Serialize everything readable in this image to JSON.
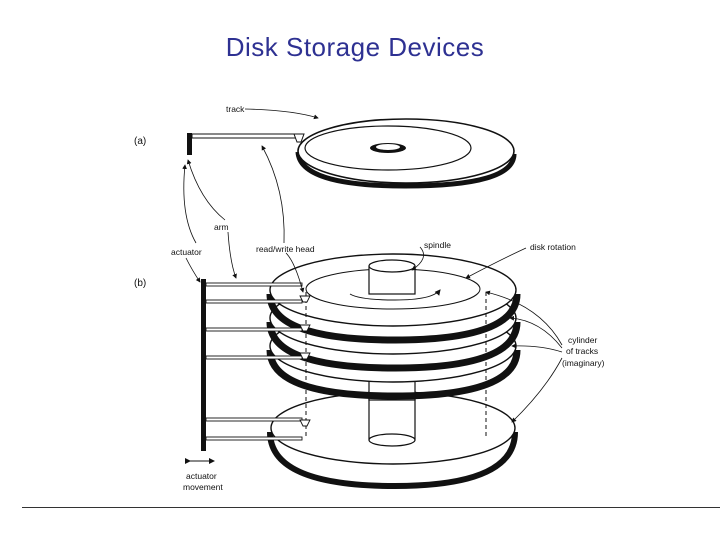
{
  "slide": {
    "title": "Disk Storage Devices"
  },
  "figure": {
    "part_a": {
      "tag": "(a)",
      "labels": {
        "track": "track"
      }
    },
    "part_b": {
      "tag": "(b)",
      "labels": {
        "arm": "arm",
        "actuator": "actuator",
        "read_write_head": "read/write head",
        "spindle": "spindle",
        "disk_rotation": "disk rotation",
        "cylinder_line1": "cylinder",
        "cylinder_line2": "of tracks",
        "cylinder_line3": "(imaginary)",
        "actuator_movement_line1": "actuator",
        "actuator_movement_line2": "movement"
      }
    }
  }
}
